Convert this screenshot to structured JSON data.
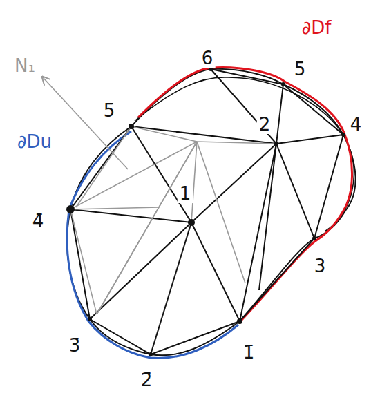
{
  "diagram": {
    "labels": [
      "∂Df",
      "6",
      "5",
      "4",
      "2",
      "5̄",
      "∂Du",
      "N₁",
      "4̄",
      "1",
      "3",
      "3̄",
      "1̄",
      "2̄"
    ]
  }
}
